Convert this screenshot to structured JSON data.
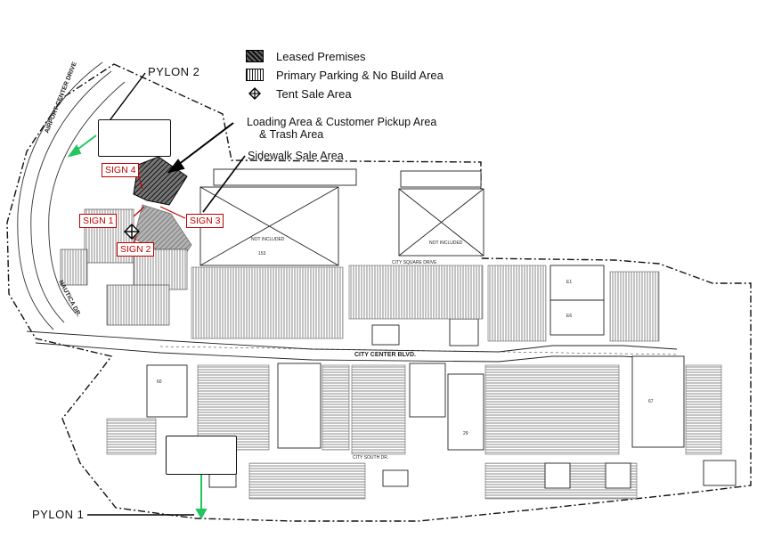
{
  "legend": {
    "leased": "Leased Premises",
    "parking": "Primary Parking & No Build Area",
    "tent": "Tent Sale Area"
  },
  "callouts": {
    "loading_line1": "Loading Area & Customer Pickup Area",
    "loading_line2": "& Trash Area",
    "sidewalk": "Sidewalk Sale Area"
  },
  "pylons": {
    "pylon1": "PYLON 1",
    "pylon2": "PYLON 2"
  },
  "signs": {
    "sign1": "SIGN 1",
    "sign2": "SIGN 2",
    "sign3": "SIGN 3",
    "sign4": "SIGN 4"
  },
  "streets": {
    "airport": "AIRPORT CENTER DRIVE",
    "nautica": "NAUTICA DR.",
    "city_center": "CITY CENTER BLVD.",
    "city_square": "CITY SQUARE DRIVE",
    "city_south": "CITY SOUTH DR."
  },
  "site_labels": {
    "not_included_1": "NOT INCLUDED",
    "not_included_2": "NOT INCLUDED",
    "number_153": "153",
    "number_e1": "E1",
    "number_e6": "E6",
    "number_67": "67",
    "number_29": "29",
    "number_60": "60"
  },
  "colors": {
    "sign_red": "#c00000",
    "pylon_arrow": "#22c55e",
    "ink": "#111111"
  }
}
